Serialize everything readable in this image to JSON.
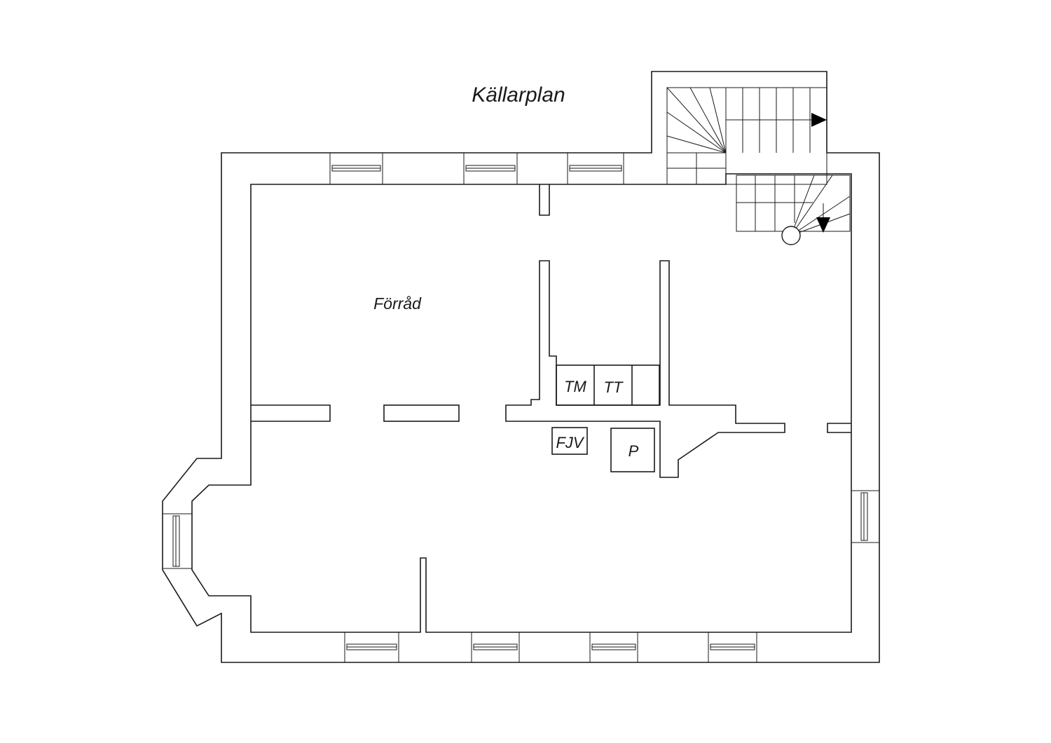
{
  "plan": {
    "title": "Källarplan",
    "rooms": {
      "storage": "Förråd"
    },
    "fixtures": {
      "washing_machine": "TM",
      "dryer": "TT",
      "district_heating": "FJV",
      "p": "P"
    }
  }
}
